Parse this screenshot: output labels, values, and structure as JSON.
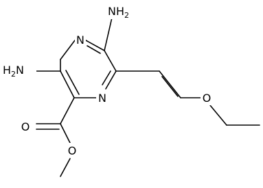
{
  "molecule": {
    "atoms": {
      "n_top": "N",
      "n_right": "N",
      "nh2_top": {
        "main": "NH",
        "sub": "2"
      },
      "nh2_left": {
        "main": "H",
        "sub": "2",
        "tail": "N"
      },
      "o_carbonyl": "O",
      "o_ester": "O",
      "o_ether": "O"
    }
  },
  "colors": {
    "bond": "#000000",
    "background": "#ffffff"
  }
}
